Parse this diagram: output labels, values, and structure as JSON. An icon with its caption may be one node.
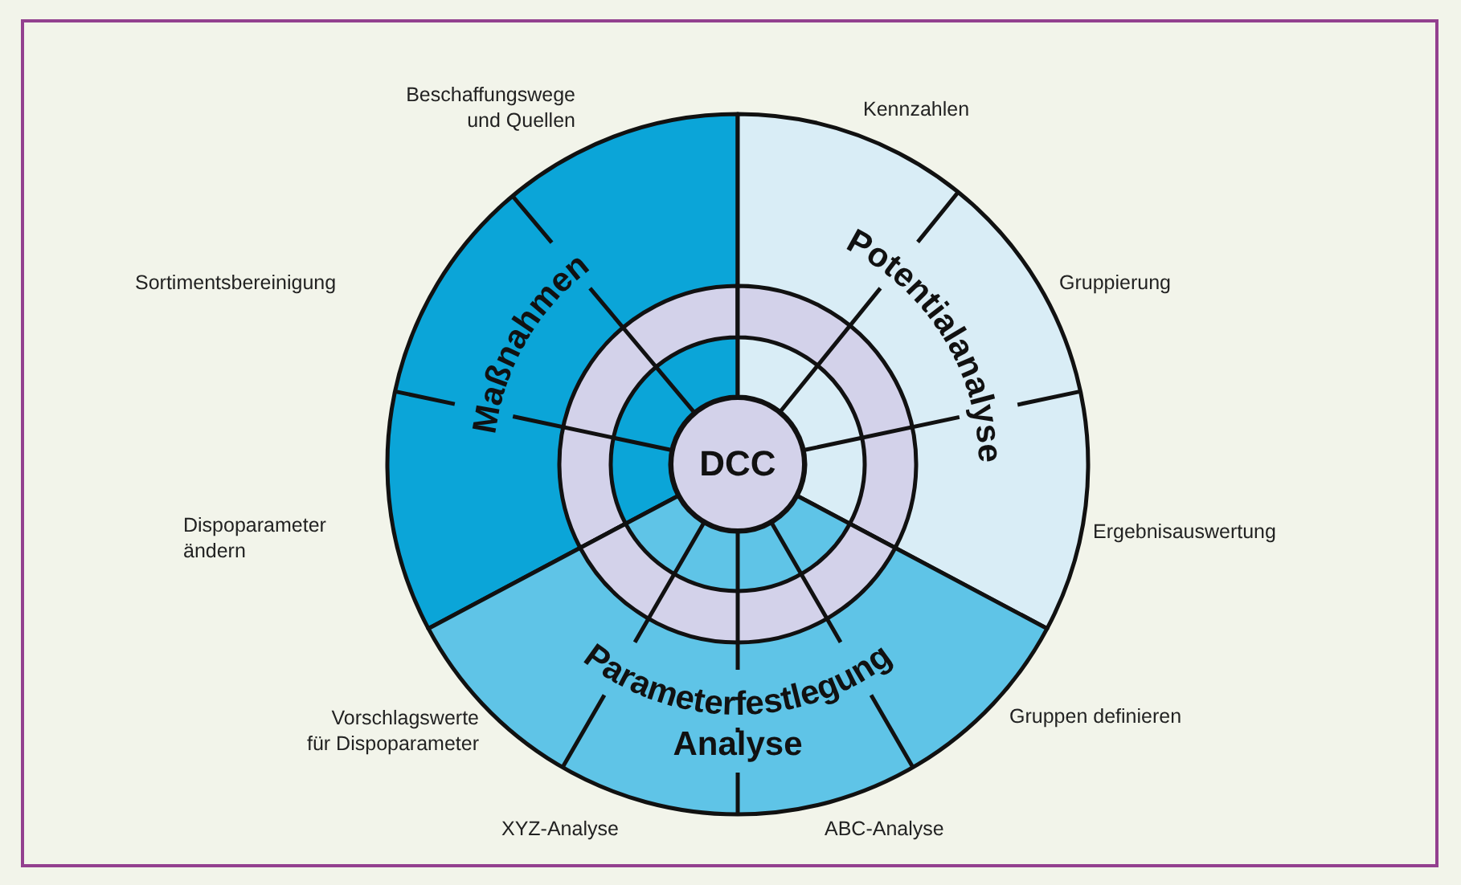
{
  "diagram": {
    "nodes": [
      {
        "text": [
          "DCC"
        ]
      },
      {
        "text": [
          "Maßnahmen"
        ]
      },
      {
        "text": [
          "Potentialanalyse"
        ]
      },
      {
        "text": [
          "Parameterfestlegung",
          "Analyse"
        ]
      }
    ],
    "labels": [
      "Beschaffungswege und Quellen",
      "Kennzahlen",
      "Sortimentsbereinigung",
      "Gruppierung",
      "Dispoparameter ändern",
      "Ergebnisauswertung",
      "Vorschlagswerte für Dispoparameter",
      "Gruppen definieren",
      "XYZ-Analyse",
      "ABC-Analyse"
    ]
  }
}
